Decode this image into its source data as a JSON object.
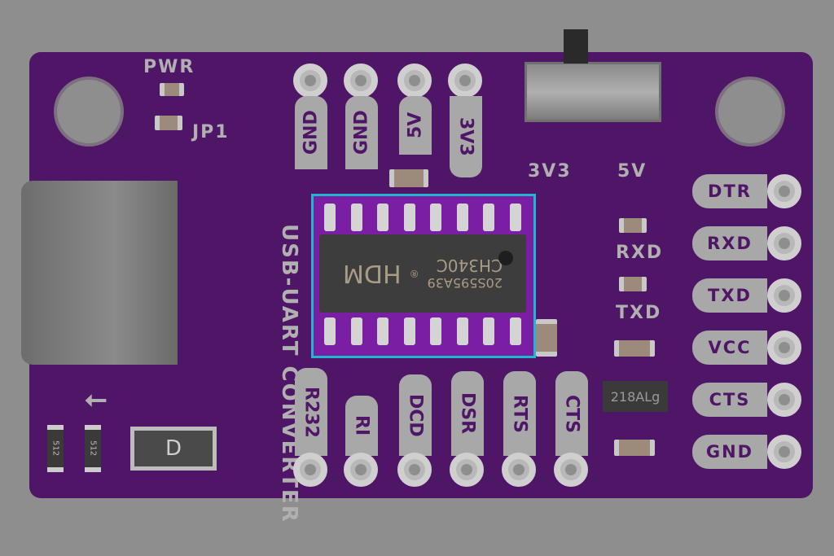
{
  "board": {
    "title": "USB-UART CONVERTER",
    "pwr": "PWR",
    "jp1": "JP1",
    "switch_left": "3V3",
    "switch_right": "5V",
    "led_rxd": "RXD",
    "led_txd": "TXD",
    "diode": "D",
    "res1": "512",
    "res2": "512",
    "regulator": "218ALg"
  },
  "top_pins": [
    "GND",
    "GND",
    "5V",
    "3V3"
  ],
  "right_pins": [
    "DTR",
    "RXD",
    "TXD",
    "VCC",
    "CTS",
    "GND"
  ],
  "bottom_pins": [
    "R232",
    "RI",
    "DCD",
    "DSR",
    "RTS",
    "CTS"
  ],
  "chip": {
    "part": "CH340C",
    "code": "20S595A39",
    "logo": "HDM",
    "mark": "®"
  },
  "colors": {
    "board": "#4f1566",
    "highlight": "#21b6d0"
  }
}
